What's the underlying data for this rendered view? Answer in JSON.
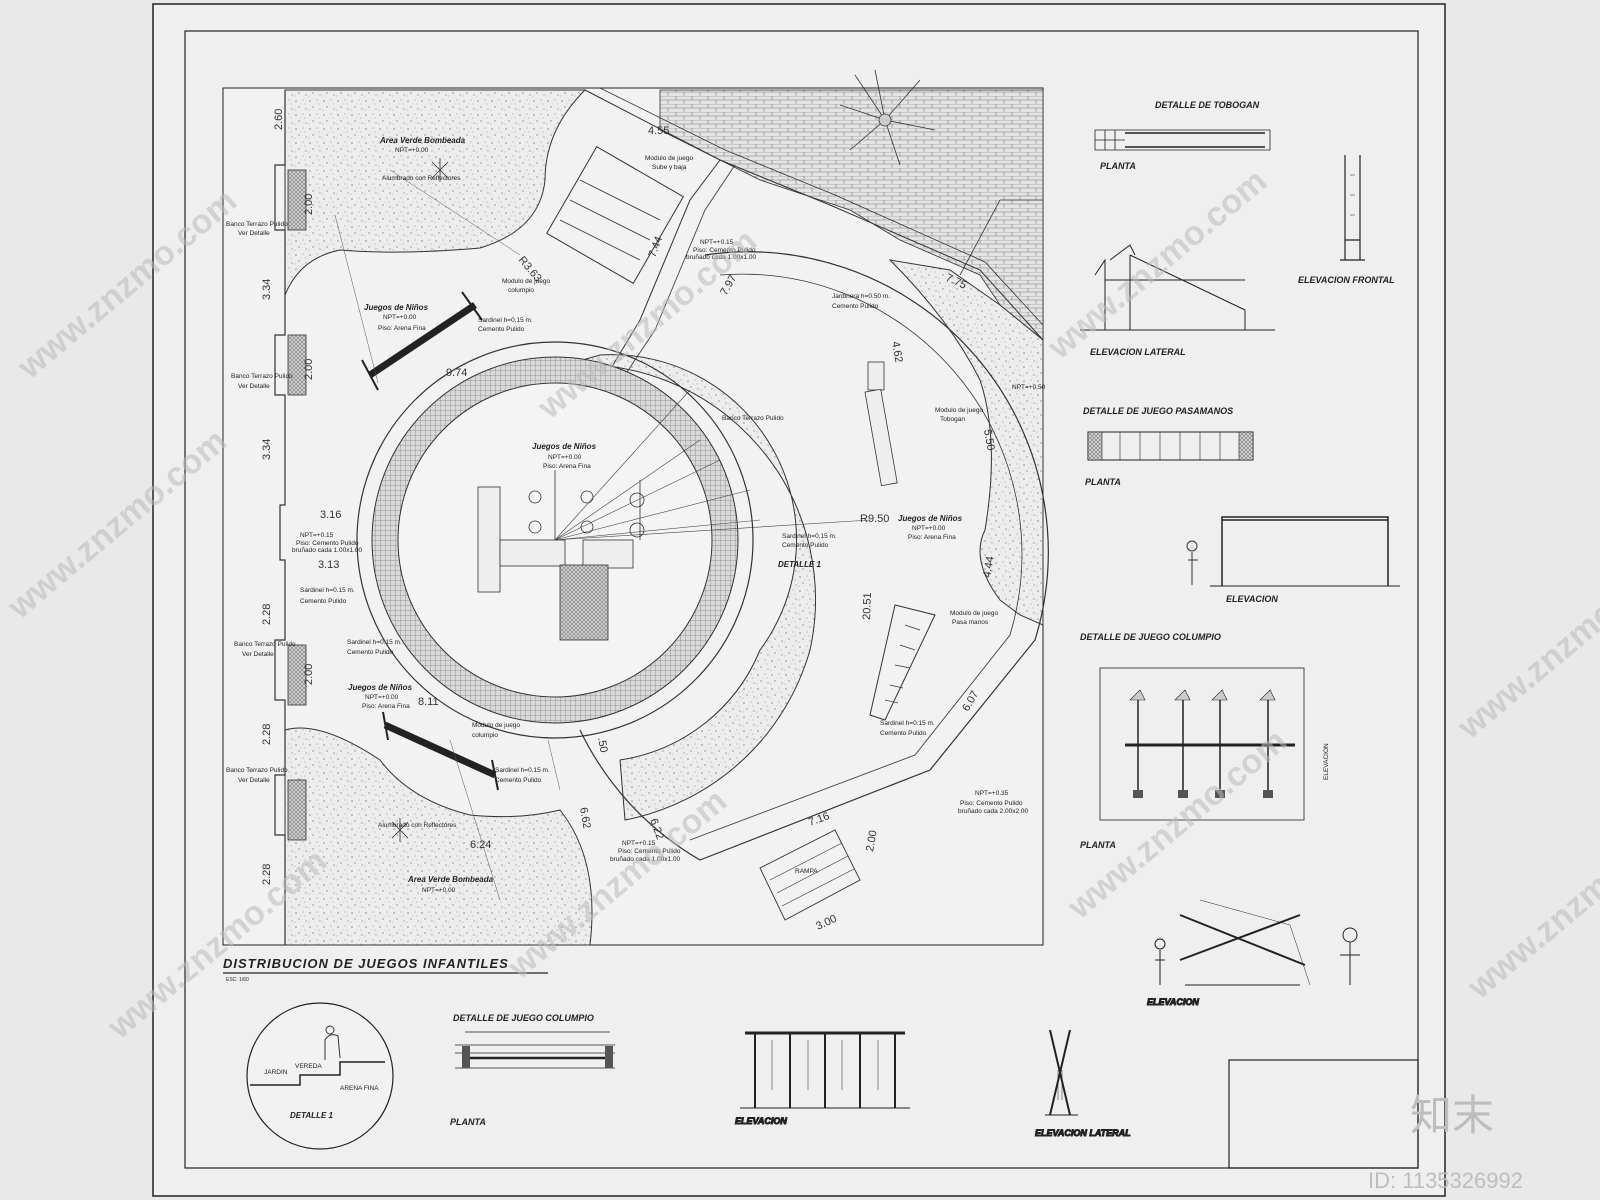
{
  "sheet": {
    "main_title": "DISTRIBUCION DE JUEGOS INFANTILES",
    "main_scale": "ESC: 1/60",
    "detalle_label": "DETALLE 1"
  },
  "plan_labels": {
    "area_verde": "Area Verde Bombeada",
    "juegos_ninos": "Juegos de Niños",
    "piso_arena": "Piso: Arena Fina",
    "npt_000": "NPT=+0.00",
    "npt_015": "NPT=+0.15",
    "npt_050": "NPT=+0.50",
    "npt_035": "NPT=+0.35",
    "banco": "Banco Terrazo Pulido",
    "ver_detalle": "Ver Detalle",
    "sardinel": "Sardinel h=0.15 m.",
    "cemento_pulido": "Cemento Pulido",
    "piso_cemento": "Piso: Cemento Pulido",
    "brunado_1": "bruñado cada 1.00x1.00",
    "brunado_2": "bruñado cada 2.00x2.00",
    "modulo_sube": "Modulo de juego",
    "sube_baja": "Sube y baja",
    "columpio": "columpio",
    "tobogan": "Tobogan",
    "pasamanos": "Pasa manos",
    "jardinera": "Jardinera h=0.50 m.",
    "rampa": "RAMPA",
    "alumbrado": "Alumbrado con Reflectores"
  },
  "dimensions": {
    "d260": "2.60",
    "d200": "2.00",
    "d334": "3.34",
    "d316": "3.16",
    "d313": "3.13",
    "d228": "2.28",
    "d974": "9.74",
    "d455": "4.55",
    "d744": "7.44",
    "d797": "7.97",
    "d775": "7.75",
    "d462": "4.62",
    "d550": "5.50",
    "d444": "4.44",
    "d607": "6.07",
    "d716": "7.16",
    "d300": "3.00",
    "d622": "6.22",
    "d662": "6.62",
    "d624": "6.24",
    "d811": "8.11",
    "d2051": "20.51",
    "r950": "R9.50",
    "r363": "R3.63",
    "d050": ".50"
  },
  "details": {
    "tobogan_title": "DETALLE DE TOBOGAN",
    "planta": "PLANTA",
    "elev_lateral": "ELEVACION LATERAL",
    "elev_frontal": "ELEVACION FRONTAL",
    "pasamanos_title": "DETALLE DE JUEGO PASAMANOS",
    "elevacion": "ELEVACION",
    "columpio_title": "DETALLE DE JUEGO COLUMPIO",
    "jardin": "JARDIN",
    "vereda": "VEREDA",
    "arena": "ARENA FINA"
  },
  "branding": {
    "watermark": "www.znzmo.com",
    "logo": "知末",
    "id": "ID: 1135326992"
  },
  "colors": {
    "paper": "#e9e9e9",
    "line": "#222222",
    "fill_texture": "#9a9a9a",
    "watermark": "#bbbbbb"
  }
}
